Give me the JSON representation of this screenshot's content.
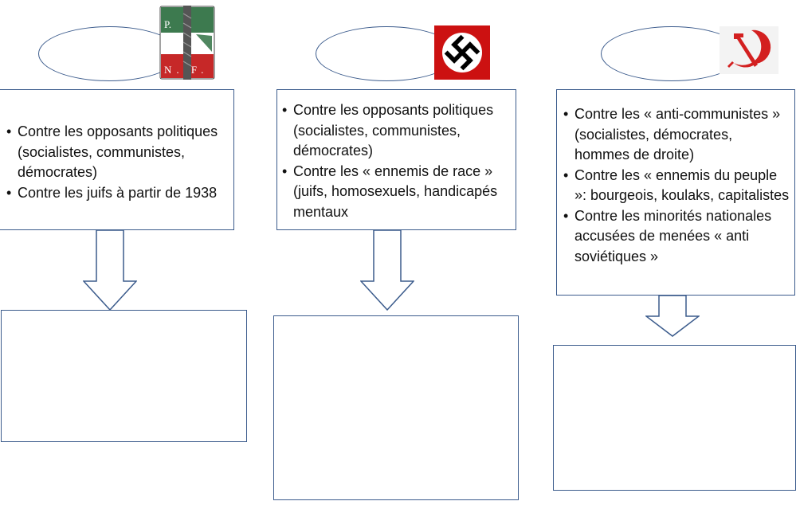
{
  "columns": [
    {
      "emblem": {
        "icon": "fascist-fasces-emblem-icon",
        "label_top": "P.",
        "label_bottom": "N. F."
      },
      "items": [
        "Contre les opposants politiques (socialistes, communistes, démocrates)",
        "Contre les juifs à partir de 1938"
      ]
    },
    {
      "emblem": {
        "icon": "swastika-icon"
      },
      "items": [
        "Contre les opposants politiques (socialistes, communistes, démocrates)",
        "Contre les « ennemis de race » (juifs, homosexuels, handicapés mentaux"
      ]
    },
    {
      "emblem": {
        "icon": "hammer-sickle-icon"
      },
      "items": [
        "Contre les « anti-communistes » (socialistes, démocrates, hommes de droite)",
        "Contre les « ennemis du peuple »: bourgeois, koulaks, capitalistes",
        "Contre les minorités nationales accusées de menées « anti soviétiques »"
      ]
    }
  ],
  "colors": {
    "outline": "#3b5b8c",
    "flag_green": "#3d7a4f",
    "flag_red": "#c62828",
    "nazi_red": "#cc1111",
    "soviet_red": "#d32020"
  }
}
